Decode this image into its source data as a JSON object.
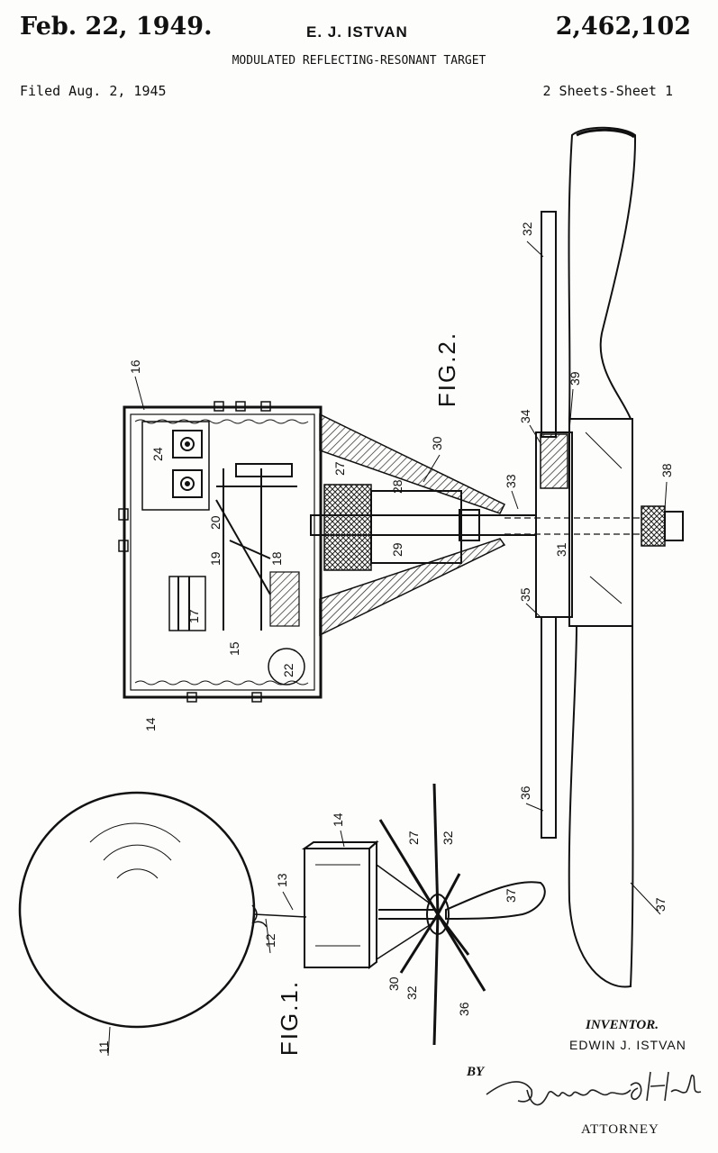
{
  "header": {
    "date": "Feb. 22, 1949.",
    "inventor": "E. J. ISTVAN",
    "patent_number": "2,462,102",
    "title": "MODULATED REFLECTING-RESONANT TARGET",
    "filed": "Filed Aug. 2, 1945",
    "sheets": "2 Sheets-Sheet 1"
  },
  "figures": {
    "fig1_label": "FIG.1.",
    "fig2_label": "FIG.2."
  },
  "refs": {
    "r11": "11",
    "r12": "12",
    "r13": "13",
    "r14a": "14",
    "r14b": "14",
    "r15": "15",
    "r16": "16",
    "r17": "17",
    "r18": "18",
    "r19": "19",
    "r20": "20",
    "r22": "22",
    "r24": "24",
    "r27a": "27",
    "r27b": "27",
    "r28": "28",
    "r29": "29",
    "r30a": "30",
    "r30b": "30",
    "r31": "31",
    "r32a": "32",
    "r32b": "32",
    "r32c": "32",
    "r33": "33",
    "r34": "34",
    "r35": "35",
    "r36a": "36",
    "r36b": "36",
    "r37a": "37",
    "r37b": "37",
    "r38": "38",
    "r39": "39"
  },
  "signature": {
    "inventor_label": "INVENTOR.",
    "inventor_name": "EDWIN J. ISTVAN",
    "by": "BY",
    "attorney": "ATTORNEY"
  }
}
